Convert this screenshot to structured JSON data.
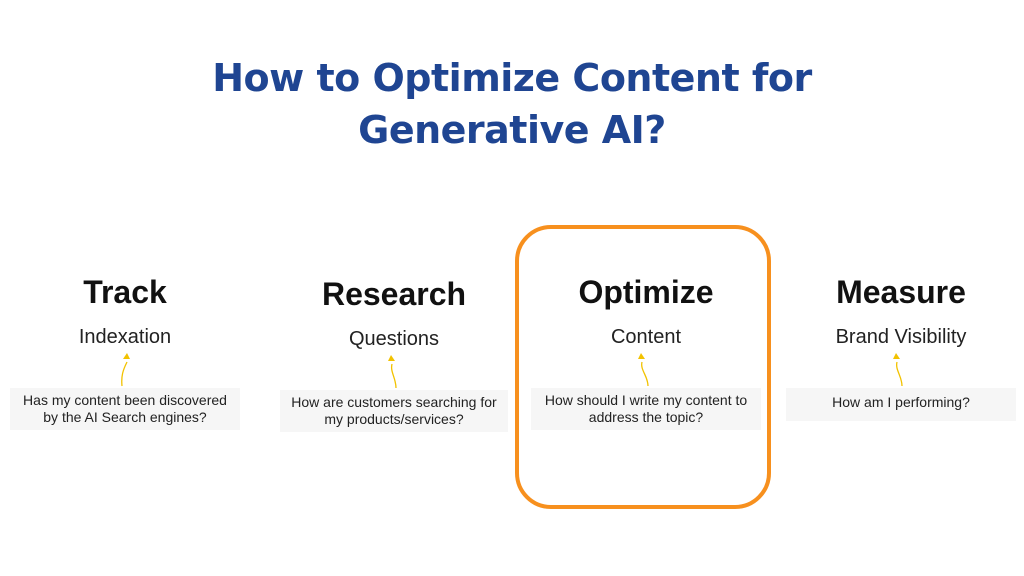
{
  "title": {
    "line1": "How to Optimize Content for",
    "line2": "Generative AI?"
  },
  "colors": {
    "title": "#1f4592",
    "highlight_border": "#f7901e",
    "arrow": "#f2c200",
    "question_bg": "#f6f6f6"
  },
  "steps": [
    {
      "heading": "Track",
      "subheading": "Indexation",
      "question_line1": "Has my content been discovered",
      "question_line2": "by the AI Search engines?"
    },
    {
      "heading": "Research",
      "subheading": "Questions",
      "question_line1": "How are customers searching for",
      "question_line2": "my products/services?"
    },
    {
      "heading": "Optimize",
      "subheading": "Content",
      "question_line1": "How should I write my content to",
      "question_line2": "address the topic?",
      "highlighted": true
    },
    {
      "heading": "Measure",
      "subheading": "Brand Visibility",
      "question_line1": "How am I performing?",
      "question_line2": ""
    }
  ]
}
